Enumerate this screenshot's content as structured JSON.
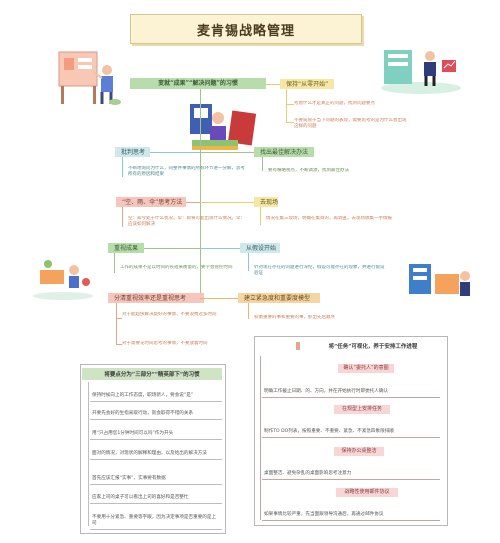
{
  "title": "麦肯锡战略管理",
  "nodes": {
    "center": "变就“成果”“解决问题”的习惯",
    "n1": "保持“从零开始”",
    "n1_note1": "考虑什么才是真正的问题，找到问题要点",
    "n1_note2": "不要局限于当下问题的表现，需要思考的是为什么会出现这样的问题",
    "n2": "批判思考",
    "n2_note": "不断地询问为什么，同整件事情的所有环节进一分解，思考所有的原因和结果",
    "n3": "找出最佳解决办法",
    "n3_note": "要有横略视点，不断调源，找到最佳办法",
    "n4": "“空、雨、伞”思考方法",
    "n4_note": "空：知今处于什么状况。伞：即将可能出现什么情况。伞：应该如何解决",
    "n5": "去现场",
    "n5_note": "情况在集三现场，明确在集目的，再调查。去现场收集一手情报",
    "n6": "重视成果",
    "n6_note": "工作的成果不是以时间的长短来衡量的，要学会管控时间",
    "n7": "从假设开始",
    "n7_note": "针对现在存在的问题进行深挖，假设可能存在的现象，并进行假设验证",
    "n8": "分清重视效率还是重视思考",
    "n8_note1": "对于能超快解决敲好的事情，不要浪费过多时间",
    "n8_note2": "对于需要花时间思考的事情，不要放着时间",
    "n9": "建立紧急度和重要度模型",
    "n9_note": "权衡重要的事和重要的事，抓出先后顺序"
  },
  "left_panel": {
    "title": "将要点分为“三部分”“精英部下”的习惯",
    "items": [
      "保持时候向上的工作态度，职场新人，要会说“是”",
      "开要先会好的生指采取行动，就会取得不错的关系",
      "用“只占用您1分钟时间可以吗”作为开头",
      "面对的情况，对现状的解释和理由，以及给出的解决方法",
      "首先应该汇报“实事”，实事要有数据",
      "应家上司的桌子可以看出上司的喜好和是否整忙",
      "不要用十分紧急、重要等字眼，因为决定事项是否重要的是上司"
    ]
  },
  "right_panel": {
    "title": "将“任务”可视化，养于安排工作进程",
    "sections": [
      {
        "tag": "确认“委托人”的意图",
        "note": "明确工作截止日期、的、方向，并在开始执行时即委托人确认"
      },
      {
        "tag": "在规型上安排任务",
        "note": "制作TO DO列表，按照重要、不重要、紧急、不紧急四象限排顺"
      },
      {
        "tag": "保持办公桌整洁",
        "note": "桌面整洁、避免杂乱的桌面影响思考注意力"
      },
      {
        "tag": "战略性使用邮件协议",
        "note": "如果事情比较严重，先当面跟领导沟通后，再通过邮件协议"
      }
    ]
  },
  "colors": {
    "green": "#b9dcac",
    "yellow": "#f7e7a4",
    "red": "#f5c7bc",
    "cyan": "#cfe8ea",
    "orange": "#f5d6a3",
    "pink": "#f8d6d6"
  }
}
